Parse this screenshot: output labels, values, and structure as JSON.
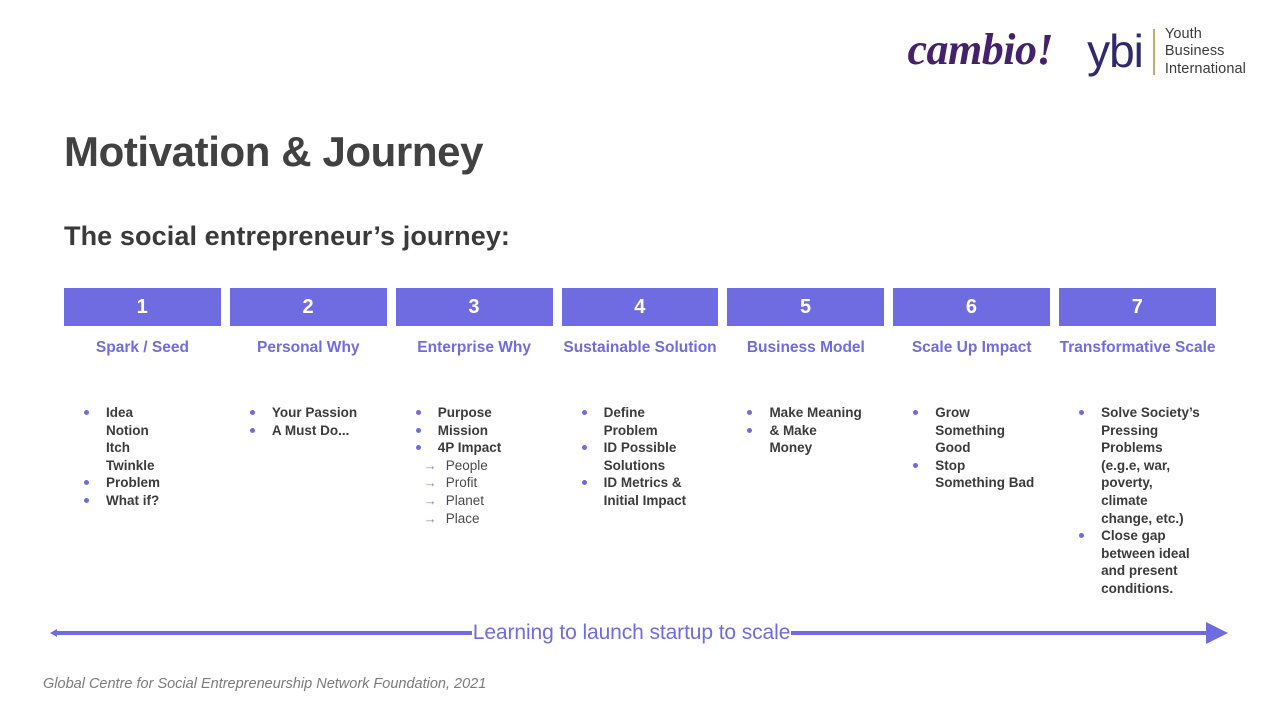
{
  "brand": {
    "cambio_logo_text": "cambio!",
    "cambio_color": "#46216b",
    "ybi_mark_text": "ybi",
    "ybi_name_line1": "Youth",
    "ybi_name_line2": "Business",
    "ybi_name_line3": "International",
    "ybi_color": "#2f2a6e",
    "ybi_rule_color": "#c9ab6a"
  },
  "slide": {
    "title": "Motivation & Journey",
    "subtitle": "The social entrepreneur’s journey:",
    "accent_color": "#6f6be0",
    "text_color": "#3b3b3b",
    "footer": "Global Centre for Social Entrepreneurship Network Foundation, 2021"
  },
  "journey": {
    "label": "Learning to launch startup to scale",
    "arrow_color": "#6f6be0"
  },
  "steps": [
    {
      "number": "1",
      "name": "Spark / Seed",
      "items": [
        {
          "text": "Idea",
          "bullet": true,
          "sub": false
        },
        {
          "text": "Notion",
          "bullet": false,
          "sub": false
        },
        {
          "text": "Itch",
          "bullet": false,
          "sub": false
        },
        {
          "text": "Twinkle",
          "bullet": false,
          "sub": false
        },
        {
          "text": "Problem",
          "bullet": true,
          "sub": false
        },
        {
          "text": "What if?",
          "bullet": true,
          "sub": false
        }
      ]
    },
    {
      "number": "2",
      "name": "Personal Why",
      "items": [
        {
          "text": "Your Passion",
          "bullet": true,
          "sub": false
        },
        {
          "text": "A Must Do...",
          "bullet": true,
          "sub": false
        }
      ]
    },
    {
      "number": "3",
      "name": "Enterprise Why",
      "items": [
        {
          "text": "Purpose",
          "bullet": true,
          "sub": false
        },
        {
          "text": "Mission",
          "bullet": true,
          "sub": false
        },
        {
          "text": "4P Impact",
          "bullet": true,
          "sub": false
        },
        {
          "text": "People",
          "bullet": false,
          "sub": true
        },
        {
          "text": "Profit",
          "bullet": false,
          "sub": true
        },
        {
          "text": "Planet",
          "bullet": false,
          "sub": true
        },
        {
          "text": "Place",
          "bullet": false,
          "sub": true
        }
      ]
    },
    {
      "number": "4",
      "name": "Sustainable Solution",
      "items": [
        {
          "text": "Define",
          "bullet": true,
          "sub": false
        },
        {
          "text": "Problem",
          "bullet": false,
          "sub": false
        },
        {
          "text": "ID Possible",
          "bullet": true,
          "sub": false
        },
        {
          "text": "Solutions",
          "bullet": false,
          "sub": false
        },
        {
          "text": "ID Metrics &",
          "bullet": true,
          "sub": false
        },
        {
          "text": "Initial Impact",
          "bullet": false,
          "sub": false
        }
      ]
    },
    {
      "number": "5",
      "name": "Business Model",
      "items": [
        {
          "text": "Make Meaning",
          "bullet": true,
          "sub": false
        },
        {
          "text": "& Make",
          "bullet": true,
          "sub": false
        },
        {
          "text": "Money",
          "bullet": false,
          "sub": false
        }
      ]
    },
    {
      "number": "6",
      "name": "Scale Up Impact",
      "items": [
        {
          "text": "Grow",
          "bullet": true,
          "sub": false
        },
        {
          "text": "Something",
          "bullet": false,
          "sub": false
        },
        {
          "text": "Good",
          "bullet": false,
          "sub": false
        },
        {
          "text": "Stop",
          "bullet": true,
          "sub": false
        },
        {
          "text": "Something Bad",
          "bullet": false,
          "sub": false
        }
      ]
    },
    {
      "number": "7",
      "name": "Transformative Scale",
      "items": [
        {
          "text": "Solve Society’s",
          "bullet": true,
          "sub": false
        },
        {
          "text": "Pressing",
          "bullet": false,
          "sub": false
        },
        {
          "text": "Problems",
          "bullet": false,
          "sub": false
        },
        {
          "text": "(e.g.e, war,",
          "bullet": false,
          "sub": false
        },
        {
          "text": "poverty,",
          "bullet": false,
          "sub": false
        },
        {
          "text": "climate",
          "bullet": false,
          "sub": false
        },
        {
          "text": "change, etc.)",
          "bullet": false,
          "sub": false
        },
        {
          "text": "Close gap",
          "bullet": true,
          "sub": false
        },
        {
          "text": "between ideal",
          "bullet": false,
          "sub": false
        },
        {
          "text": "and present",
          "bullet": false,
          "sub": false
        },
        {
          "text": "conditions.",
          "bullet": false,
          "sub": false
        }
      ]
    }
  ]
}
